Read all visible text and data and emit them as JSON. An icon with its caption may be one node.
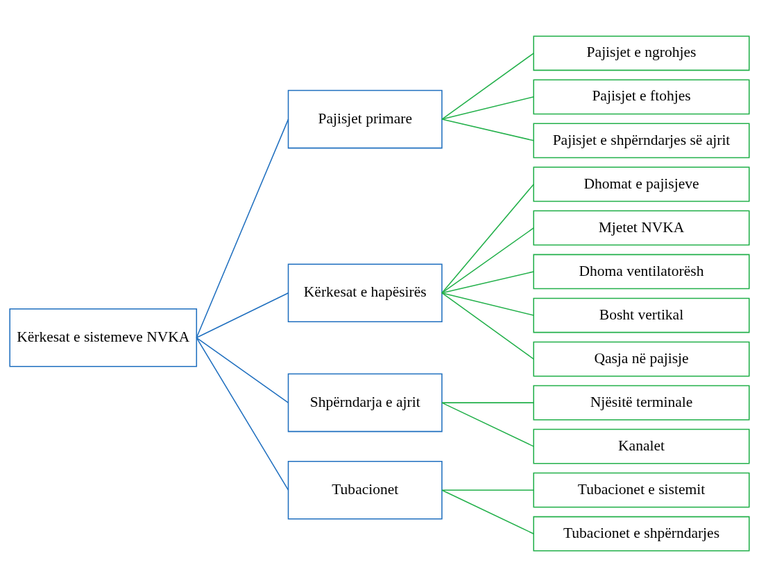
{
  "diagram": {
    "nodes": [
      {
        "text": [
          "Kërkesat e sistemeve NVKA"
        ]
      },
      {
        "text": [
          "Pajisjet primare"
        ]
      },
      {
        "text": [
          "Kërkesat e hapësirës"
        ]
      },
      {
        "text": [
          "Shpërndarja e ajrit"
        ]
      },
      {
        "text": [
          "Tubacionet"
        ]
      },
      {
        "text": [
          "Pajisjet e ngrohjes"
        ]
      },
      {
        "text": [
          "Pajisjet e ftohjes"
        ]
      },
      {
        "text": [
          "Pajisjet e shpërndarjes së ajrit"
        ]
      },
      {
        "text": [
          "Dhomat e pajisjeve"
        ]
      },
      {
        "text": [
          "Mjetet NVKA"
        ]
      },
      {
        "text": [
          "Dhoma ventilatorësh"
        ]
      },
      {
        "text": [
          "Bosht vertikal"
        ]
      },
      {
        "text": [
          "Qasja në pajisje"
        ]
      },
      {
        "text": [
          "Njësitë terminale"
        ]
      },
      {
        "text": [
          "Kanalet"
        ]
      },
      {
        "text": [
          "Tubacionet e sistemit"
        ]
      },
      {
        "text": [
          "Tubacionet e shpërndarjes"
        ]
      }
    ],
    "edges": [
      {
        "from": 0,
        "to": 1,
        "arrow": "none",
        "color": "#1f6fbf"
      },
      {
        "from": 0,
        "to": 2,
        "arrow": "none",
        "color": "#1f6fbf"
      },
      {
        "from": 0,
        "to": 3,
        "arrow": "none",
        "color": "#1f6fbf"
      },
      {
        "from": 0,
        "to": 4,
        "arrow": "none",
        "color": "#1f6fbf"
      },
      {
        "from": 1,
        "to": 5,
        "arrow": "none"
      },
      {
        "from": 1,
        "to": 6,
        "arrow": "none"
      },
      {
        "from": 1,
        "to": 7,
        "arrow": "none"
      },
      {
        "from": 2,
        "to": 8,
        "arrow": "none"
      },
      {
        "from": 2,
        "to": 9,
        "arrow": "none"
      },
      {
        "from": 2,
        "to": 10,
        "arrow": "none"
      },
      {
        "from": 2,
        "to": 11,
        "arrow": "none"
      },
      {
        "from": 2,
        "to": 12,
        "arrow": "none"
      },
      {
        "from": 3,
        "to": 13,
        "arrow": "none"
      },
      {
        "from": 3,
        "to": 14,
        "arrow": "none"
      },
      {
        "from": 4,
        "to": 15,
        "arrow": "none"
      },
      {
        "from": 4,
        "to": 16,
        "arrow": "none"
      }
    ]
  }
}
